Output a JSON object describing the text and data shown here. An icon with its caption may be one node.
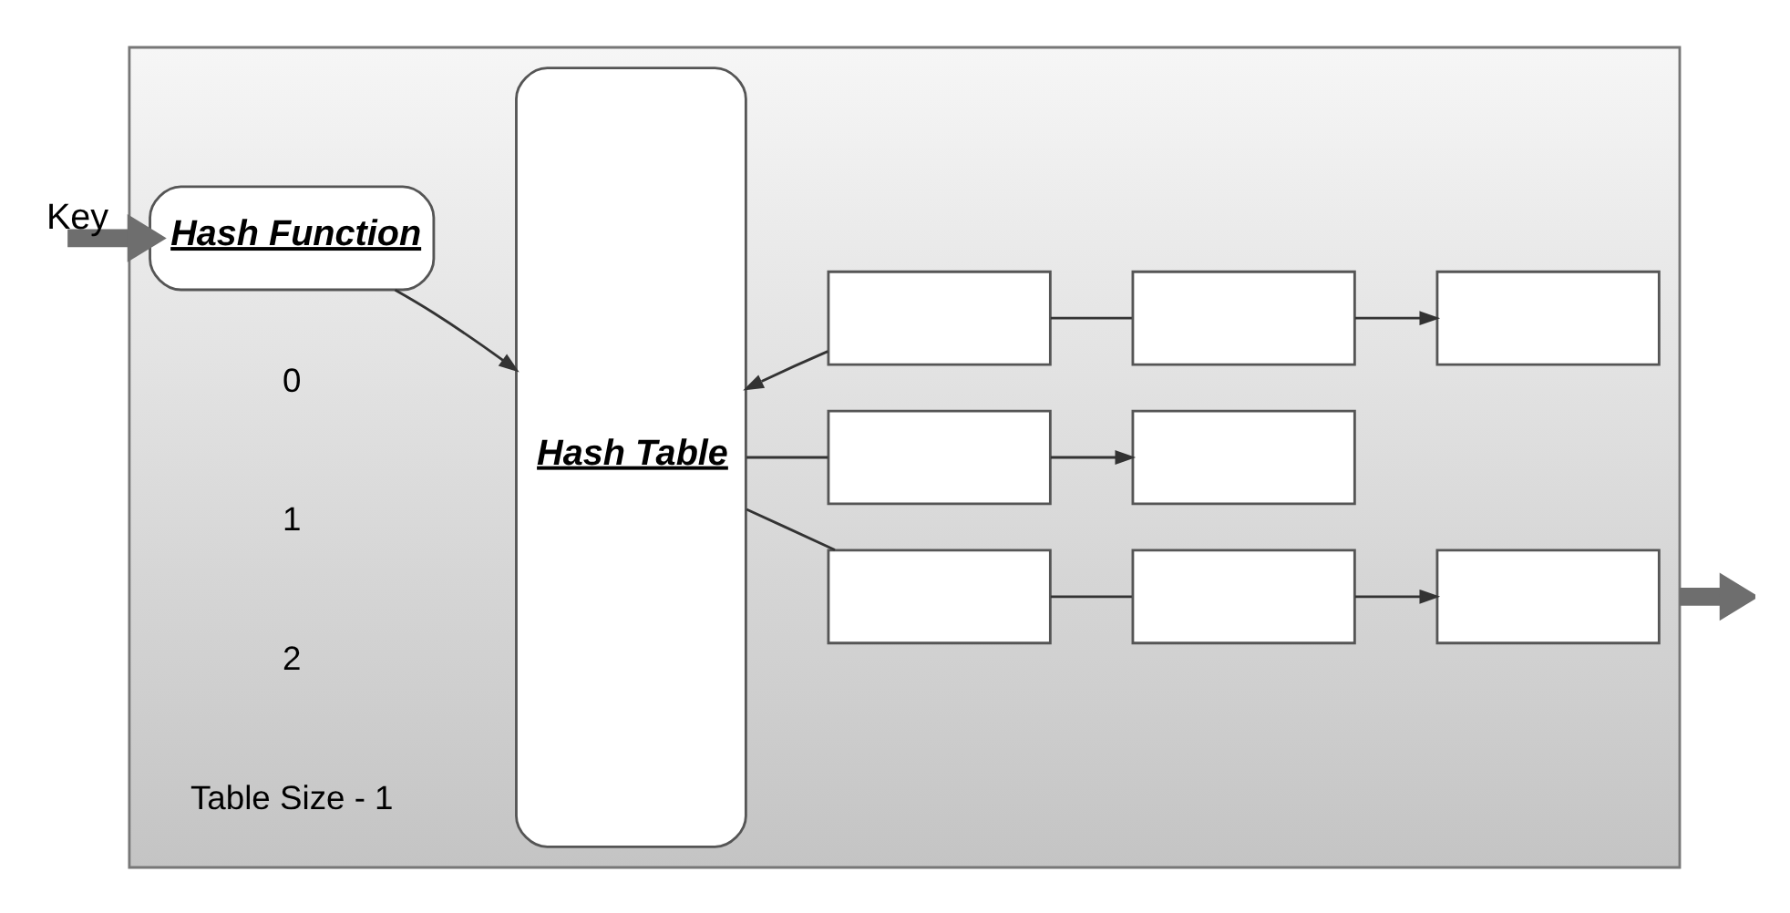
{
  "diagram": {
    "nodes": [
      {
        "text": [],
        "shape": "box"
      },
      {
        "text": [
          "Hash Function"
        ],
        "in": 0
      },
      {
        "text": [
          "Hash Table"
        ],
        "in": 0
      },
      {
        "text": [],
        "shape": "box",
        "in": 0
      },
      {
        "text": [],
        "shape": "box",
        "in": 0
      },
      {
        "text": [],
        "shape": "box",
        "in": 0
      },
      {
        "text": [],
        "shape": "box",
        "in": 0
      },
      {
        "text": [],
        "shape": "box",
        "in": 0
      },
      {
        "text": [],
        "shape": "box",
        "in": 0
      },
      {
        "text": [],
        "shape": "box",
        "in": 0
      },
      {
        "text": [],
        "shape": "box",
        "in": 0
      }
    ],
    "edges": [
      {
        "from": null,
        "to": 1,
        "arrow": "to",
        "label": "Key",
        "style": "thick",
        "color": "#6e6e6e"
      },
      {
        "from": 1,
        "to": 2,
        "arrow": "to"
      },
      {
        "from": 3,
        "to": 2,
        "arrow": "to"
      },
      {
        "from": 2,
        "to": 6,
        "arrow": "none"
      },
      {
        "from": 2,
        "to": 8,
        "arrow": "none"
      },
      {
        "from": 3,
        "to": 4,
        "arrow": "none"
      },
      {
        "from": 4,
        "to": 5,
        "arrow": "to"
      },
      {
        "from": 6,
        "to": 7,
        "arrow": "to"
      },
      {
        "from": 8,
        "to": 9,
        "arrow": "none"
      },
      {
        "from": 9,
        "to": 10,
        "arrow": "to"
      },
      {
        "from": 0,
        "to": null,
        "arrow": "to",
        "style": "thick",
        "color": "#6e6e6e"
      }
    ],
    "labels": [
      "0",
      "1",
      "2",
      "Table Size - 1"
    ]
  }
}
